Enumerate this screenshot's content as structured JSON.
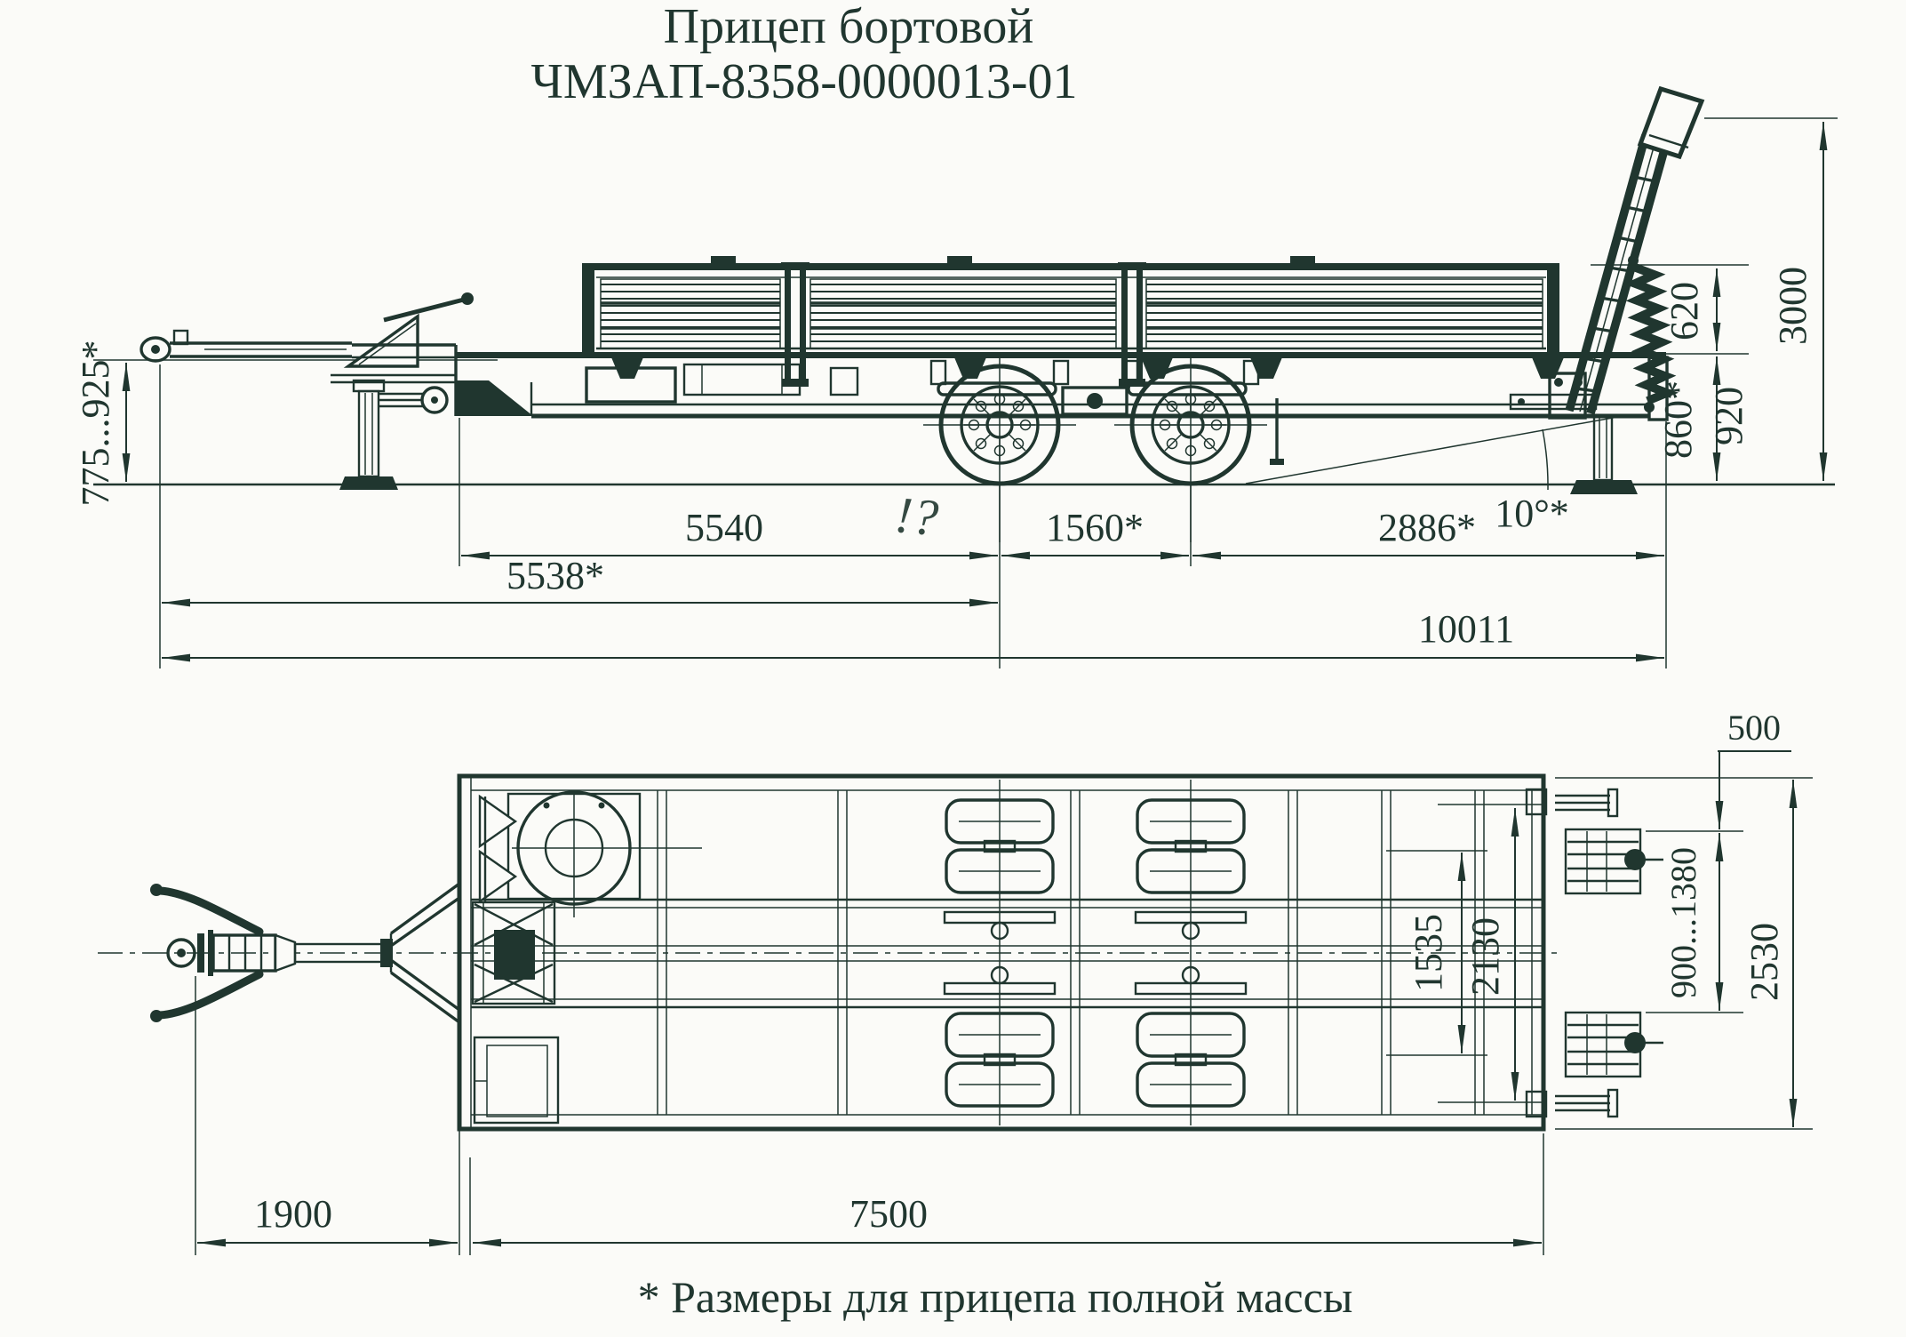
{
  "title": {
    "line1": "Прицеп бортовой",
    "line2": "ЧМЗАП-8358-0000013-01"
  },
  "colors": {
    "ink": "#20362f",
    "paper": "#fbfbf8"
  },
  "side_view": {
    "label": "side-view",
    "dims": {
      "hitch_height": "775...925*",
      "board_height": "620",
      "rear_height_laden": "860*",
      "rear_height": "920",
      "overall_height": "3000",
      "front_to_axle1": "5540",
      "handwritten_note": "!?",
      "eye_to_axle1": "5538*",
      "axle_base": "1560*",
      "axle2_to_rear": "2886*",
      "overall_length": "10011",
      "ramp_angle": "10°*"
    }
  },
  "top_view": {
    "label": "top-view",
    "dims": {
      "ramp_edge_offset": "500",
      "ramp_spacing": "900...1380",
      "overall_width": "2530",
      "inner_spacing": "1535",
      "outer_spacing": "2130",
      "drawbar_length": "1900",
      "platform_length": "7500"
    }
  },
  "footnote": {
    "text": "* Размеры для прицепа полной массы"
  }
}
